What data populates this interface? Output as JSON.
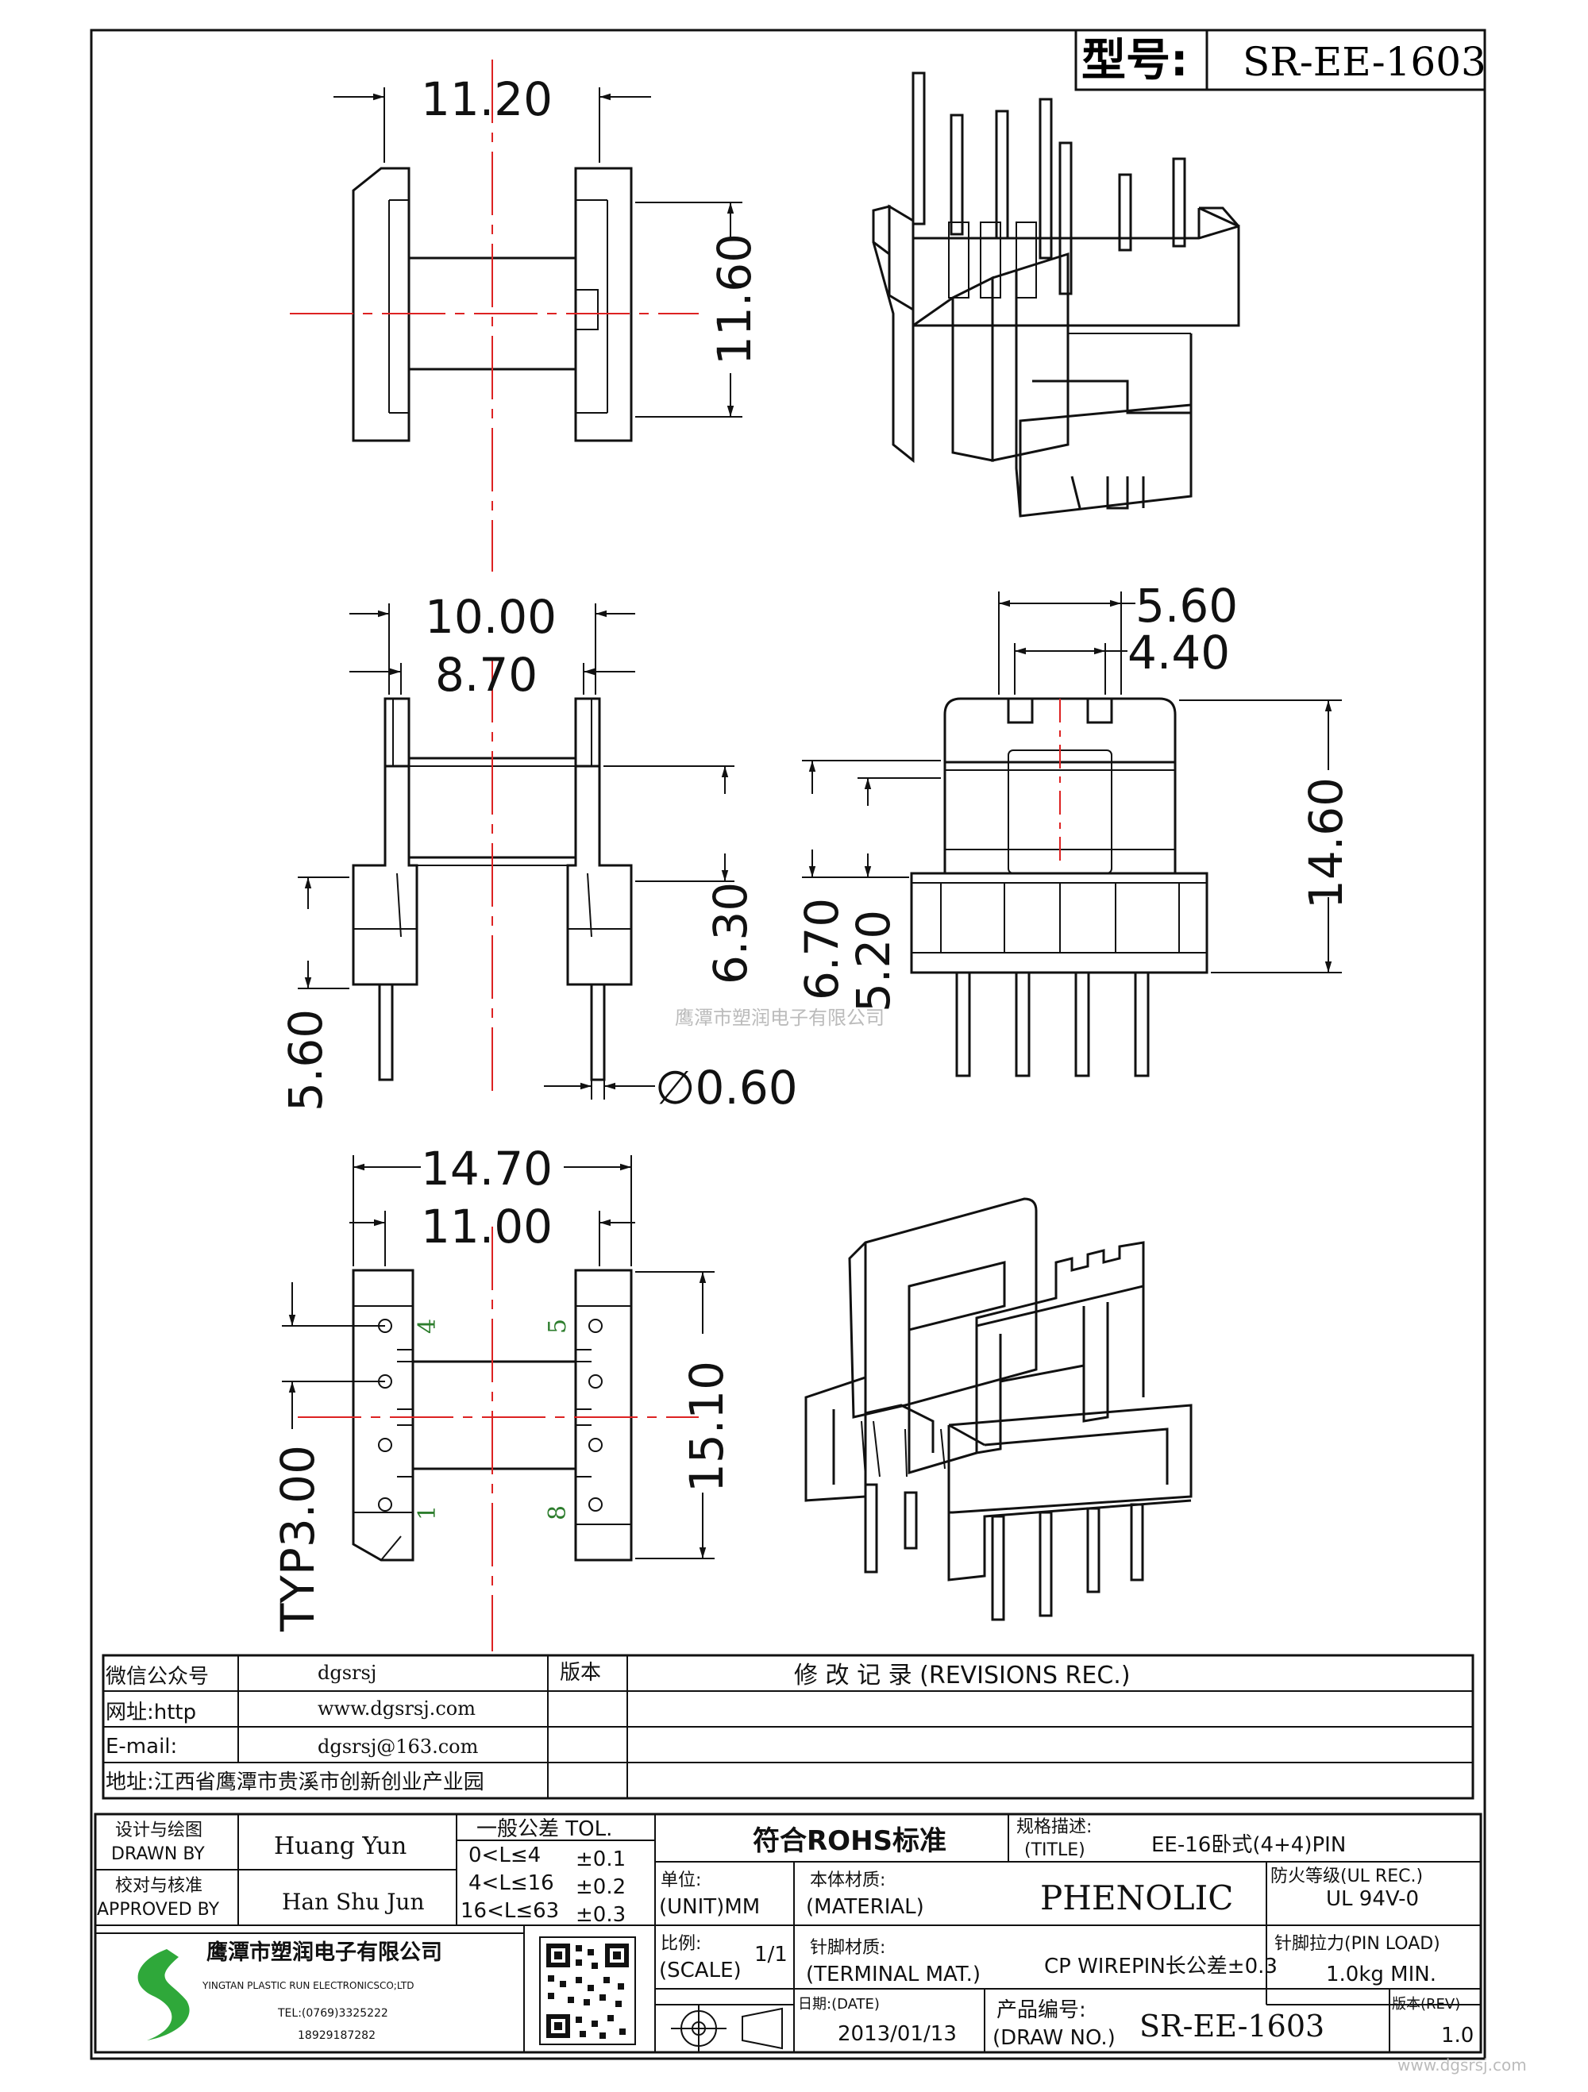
{
  "header": {
    "model_label": "型号:",
    "model_value": "SR-EE-1603"
  },
  "dimensions": {
    "top_width": "11.20",
    "top_height": "11.60",
    "front_outer": "10.00",
    "front_inner": "8.70",
    "front_h1": "6.30",
    "front_pin": "5.60",
    "pin_dia": "∅0.60",
    "side_w1": "5.60",
    "side_w2": "4.40",
    "side_h": "14.60",
    "side_h1": "6.70",
    "side_h2": "5.20",
    "bottom_outer": "14.70",
    "bottom_inner": "11.00",
    "bottom_h": "15.10",
    "pin_pitch": "TYP3.00"
  },
  "pins": [
    "4",
    "5",
    "1",
    "8"
  ],
  "watermark": "鹰潭市塑润电子有限公司",
  "contact": {
    "wechat_label": "微信公众号",
    "wechat_value": "dgsrsj",
    "web_label": "网址:http",
    "web_value": "www.dgsrsj.com",
    "email_label": "E-mail:",
    "email_value": "dgsrsj@163.com",
    "address": "地址:江西省鹰潭市贵溪市创新创业产业园",
    "version_label": "版本",
    "revisions_label": "修 改 记 录 (REVISIONS REC.)"
  },
  "titleblock": {
    "drawn_cn": "设计与绘图",
    "drawn_en": "DRAWN BY",
    "drawn_name": "Huang Yun",
    "approved_cn": "校对与核准",
    "approved_en": "APPROVED BY",
    "approved_name": "Han Shu Jun",
    "tol_header": "一般公差 TOL.",
    "tol_rows": [
      {
        "range": "0<L≤4",
        "value": "±0.1"
      },
      {
        "range": "4<L≤16",
        "value": "±0.2"
      },
      {
        "range": "16<L≤63",
        "value": "±0.3"
      }
    ],
    "rohs": "符合ROHS标准",
    "title_cn": "规格描述:",
    "title_en": "(TITLE)",
    "title_value": "EE-16卧式(4+4)PIN",
    "unit_cn": "单位:",
    "unit_en": "(UNIT)MM",
    "material_cn": "本体材质:",
    "material_en": "(MATERIAL)",
    "material_value": "PHENOLIC",
    "fire_cn": "防火等级(UL REC.)",
    "fire_value": "UL 94V-0",
    "scale_cn": "比例:",
    "scale_en": "(SCALE)",
    "scale_value": "1/1",
    "terminal_cn": "针脚材质:",
    "terminal_en": "(TERMINAL MAT.)",
    "terminal_value": "CP WIRE",
    "pin_tol": "PIN长公差±0.3",
    "pin_load_cn": "针脚拉力(PIN LOAD)",
    "pin_load_value": "1.0kg MIN.",
    "date_cn": "日期:(DATE)",
    "date_value": "2013/01/13",
    "drawno_cn": "产品编号:",
    "drawno_en": "(DRAW NO.)",
    "drawno_value": "SR-EE-1603",
    "rev_cn": "版本(REV)",
    "rev_value": "1.0",
    "company_cn": "鹰潭市塑润电子有限公司",
    "company_en": "YINGTAN PLASTIC RUN ELECTRONICSCO;LTD",
    "tel": "TEL:(0769)3325222",
    "mobile": "18929187282",
    "site_watermark": "www.dgsrsj.com"
  },
  "colors": {
    "centerline": "#dd2222",
    "pin_label": "#2d7d2d",
    "logo": "#2fa83a"
  }
}
